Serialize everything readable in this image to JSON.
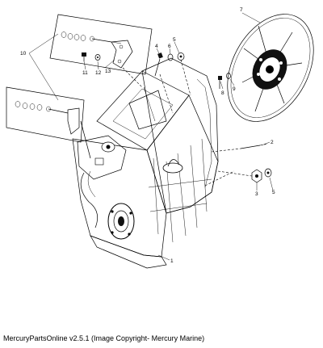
{
  "caption": "MercuryPartsOnline v2.5.1 (Image Copyright- Mercury Marine)",
  "callouts": {
    "c1": "1",
    "c2": "2",
    "c3": "3",
    "c4": "4",
    "c5a": "5",
    "c5b": "5",
    "c6": "6",
    "c7": "7",
    "c8": "8",
    "c9": "9",
    "c10": "10",
    "c11": "11",
    "c12": "12",
    "c13": "13"
  }
}
